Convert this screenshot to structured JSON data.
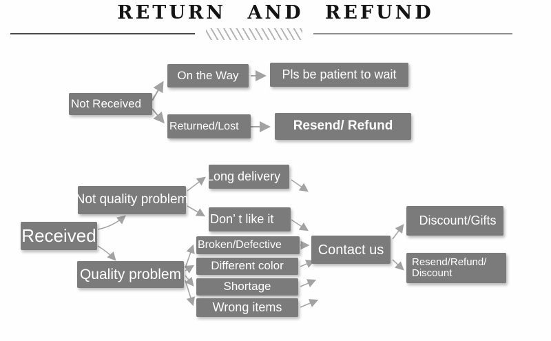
{
  "header": {
    "title": "RETURN AND REFUND",
    "divider_hatch_icon": "diagonal-stripes"
  },
  "flowchart": {
    "not_received": {
      "label": "Not Received",
      "on_the_way": "On the Way",
      "wait": "Pls be patient to wait",
      "returned_lost": "Returned/Lost",
      "resend_refund": "Resend/ Refund"
    },
    "received": {
      "label": "Received",
      "not_quality_problem": "Not quality problem",
      "long_delivery": "Long delivery",
      "dont_like_it": "Don’ t like it",
      "quality_problem": "Quality problem",
      "broken_defective": "Broken/Defective",
      "different_color": "Different color",
      "shortage": "Shortage",
      "wrong_items": "Wrong items",
      "contact_us": "Contact us",
      "discount_gifts": "Discount/Gifts",
      "resend_refund_discount_line1": "Resend/Refund/",
      "resend_refund_discount_line2": "Discount"
    },
    "colors": {
      "box_fill": "#7b7b7b",
      "box_text": "#ffffff",
      "arrow": "#a2a2a2",
      "title_text": "#141414"
    }
  }
}
